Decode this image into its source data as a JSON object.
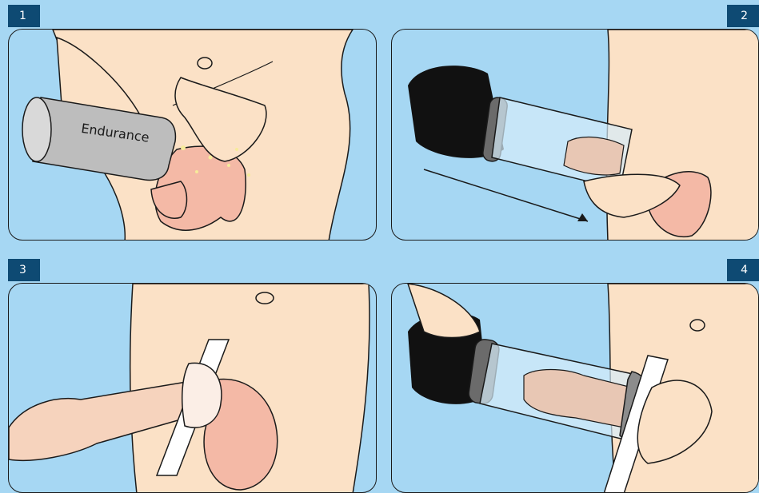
{
  "steps": [
    {
      "number": "1",
      "illustration": "apply-lubricant"
    },
    {
      "number": "2",
      "illustration": "insert-into-cylinder"
    },
    {
      "number": "3",
      "illustration": "constriction-ring-placed"
    },
    {
      "number": "4",
      "illustration": "pump-with-ring-loader"
    }
  ],
  "bottle_label": "Endurance",
  "colors": {
    "background": "#a6d7f3",
    "badge": "#0e4a73",
    "skin": "#fbe1c6",
    "skin_pink": "#f4b9a6",
    "pump_head": "#111111",
    "bottle": "#bdbdbd"
  }
}
